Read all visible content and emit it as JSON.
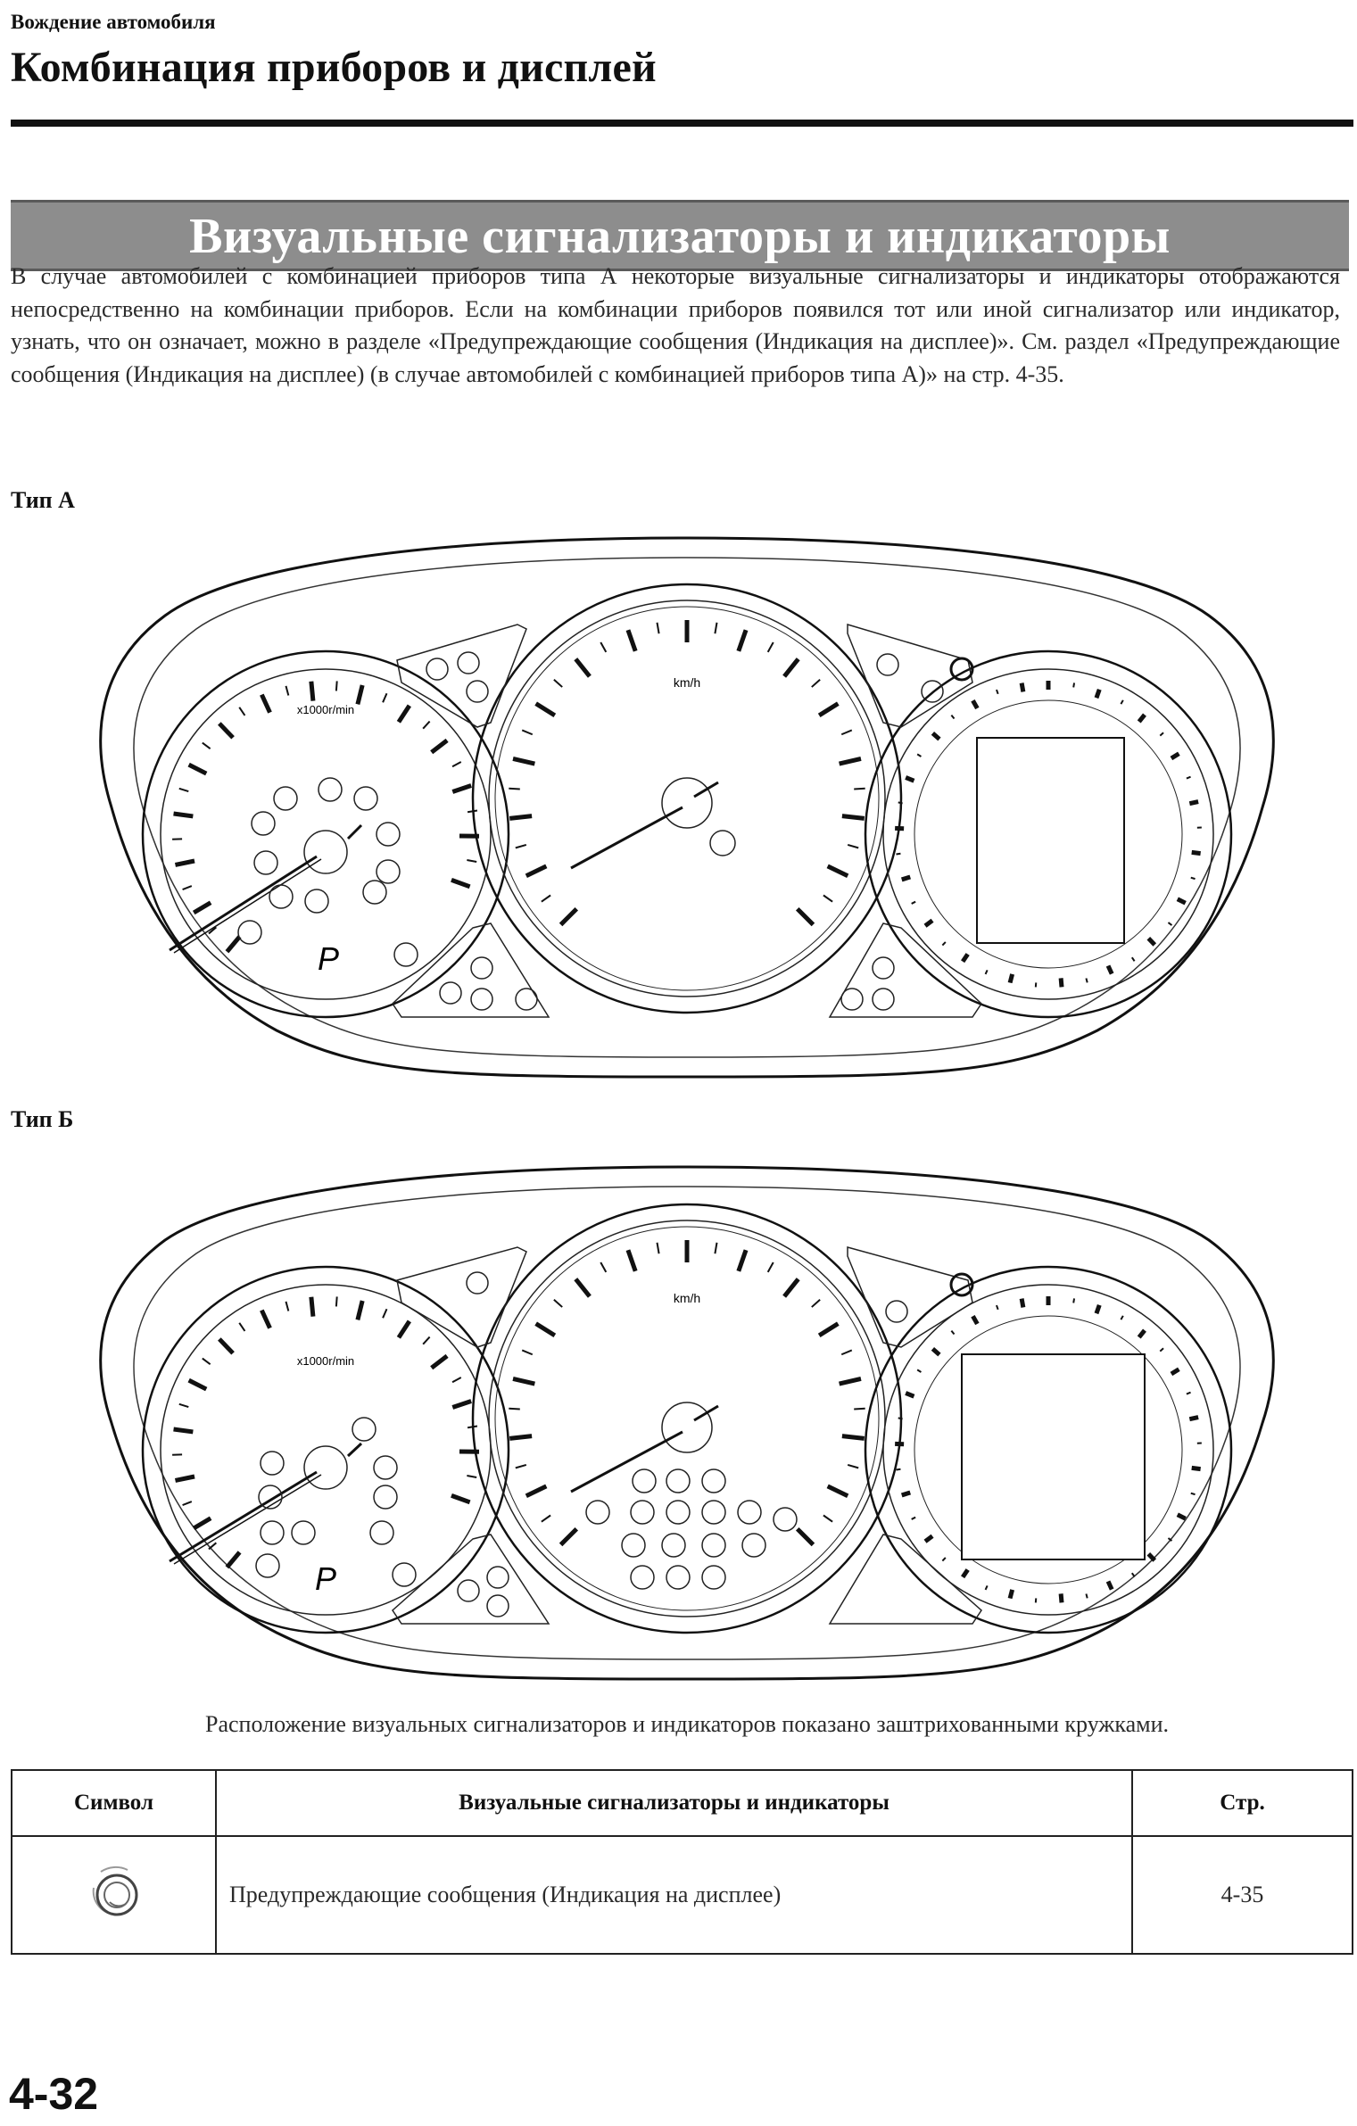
{
  "header": {
    "section": "Вождение автомобиля",
    "title": "Комбинация приборов и дисплей"
  },
  "banner": {
    "title": "Визуальные сигнализаторы и индикаторы"
  },
  "intro": {
    "text": "В случае автомобилей с комбинацией приборов типа А некоторые визуальные сигнализаторы и индикаторы отображаются непосредственно на комбинации приборов. Если на комбинации приборов появился тот или иной сигнализатор или индикатор, узнать, что он означает, можно в разделе «Предупреждающие сообщения (Индикация на дисплее)». См. раздел «Предупреждающие сообщения (Индикация на дисплее) (в случае автомобилей с комбинацией приборов типа А)» на стр. 4-35."
  },
  "figures": {
    "type_a": {
      "label": "Тип А",
      "tach_unit": "x1000r/min",
      "speed_unit": "km/h",
      "gear": "P"
    },
    "type_b": {
      "label": "Тип Б",
      "tach_unit": "x1000r/min",
      "speed_unit": "km/h",
      "gear": "P"
    }
  },
  "caption": "Расположение визуальных сигнализаторов и индикаторов показано заштрихованными кружками.",
  "table": {
    "headers": {
      "symbol": "Символ",
      "description": "Визуальные сигнализаторы и индикаторы",
      "page": "Стр."
    },
    "rows": [
      {
        "symbol_icon": "warning-message-display-icon",
        "description": "Предупреждающие сообщения (Индикация на дисплее)",
        "page": "4-35"
      }
    ]
  },
  "footer": {
    "page_number": "4-32"
  }
}
